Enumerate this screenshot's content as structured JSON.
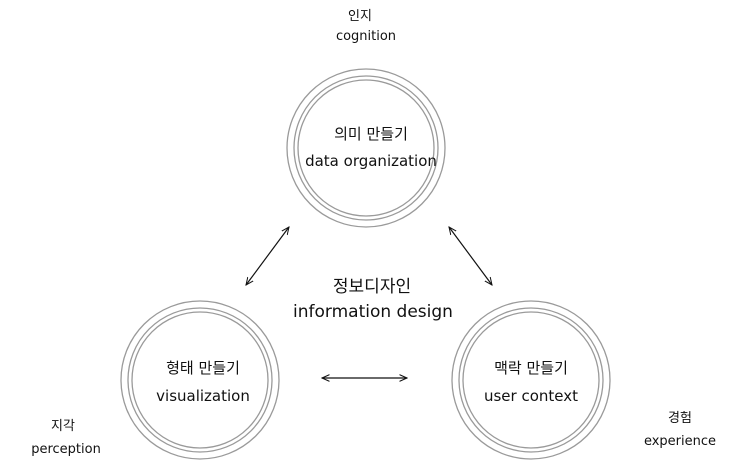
{
  "diagram": {
    "title_kr": "정보디자인",
    "title_en": "information design",
    "nodes": [
      {
        "id": "meaning",
        "title_kr": "의미 만들기",
        "title_en": "data organization",
        "label_kr": "인지",
        "label_en": "cognition"
      },
      {
        "id": "form",
        "title_kr": "형태 만들기",
        "title_en": "visualization",
        "label_kr": "지각",
        "label_en": "perception"
      },
      {
        "id": "context",
        "title_kr": "맥락 만들기",
        "title_en": "user context",
        "label_kr": "경험",
        "label_en": "experience"
      }
    ],
    "connectors": [
      {
        "from": "meaning",
        "to": "form",
        "style": "double-arrow"
      },
      {
        "from": "meaning",
        "to": "context",
        "style": "double-arrow"
      },
      {
        "from": "form",
        "to": "context",
        "style": "double-arrow"
      }
    ],
    "colors": {
      "circle_stroke": "#9a9a9a",
      "arrow": "#111111",
      "text": "#111111"
    }
  }
}
